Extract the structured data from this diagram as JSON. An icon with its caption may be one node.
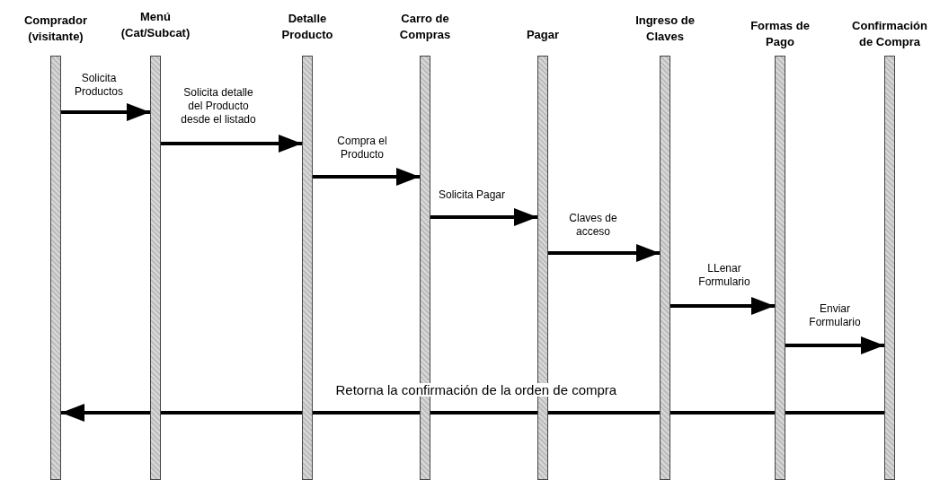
{
  "diagram": {
    "nodes": [
      {
        "text": [
          "Comprador (visitante)"
        ]
      },
      {
        "text": [
          "Menú (Cat/Subcat)"
        ]
      },
      {
        "text": [
          "Detalle Producto"
        ]
      },
      {
        "text": [
          "Carro de Compras"
        ]
      },
      {
        "text": [
          "Pagar"
        ]
      },
      {
        "text": [
          "Ingreso de Claves"
        ]
      },
      {
        "text": [
          "Formas de Pago"
        ]
      },
      {
        "text": [
          "Confirmación de Compra"
        ]
      }
    ],
    "edges": [
      {
        "from": 0,
        "to": 1,
        "arrow": "to",
        "label": "Solicita Productos"
      },
      {
        "from": 1,
        "to": 2,
        "arrow": "to",
        "label": "Solicita detalle del Producto desde el listado"
      },
      {
        "from": 2,
        "to": 3,
        "arrow": "to",
        "label": "Compra el Producto"
      },
      {
        "from": 3,
        "to": 4,
        "arrow": "to",
        "label": "Solicita Pagar"
      },
      {
        "from": 4,
        "to": 5,
        "arrow": "to",
        "label": "Claves de acceso"
      },
      {
        "from": 5,
        "to": 6,
        "arrow": "to",
        "label": "LLenar Formulario"
      },
      {
        "from": 6,
        "to": 7,
        "arrow": "to",
        "label": "Enviar Formulario"
      },
      {
        "from": 7,
        "to": 0,
        "arrow": "to",
        "label": "Retorna la confirmación de la orden de compra"
      }
    ]
  }
}
